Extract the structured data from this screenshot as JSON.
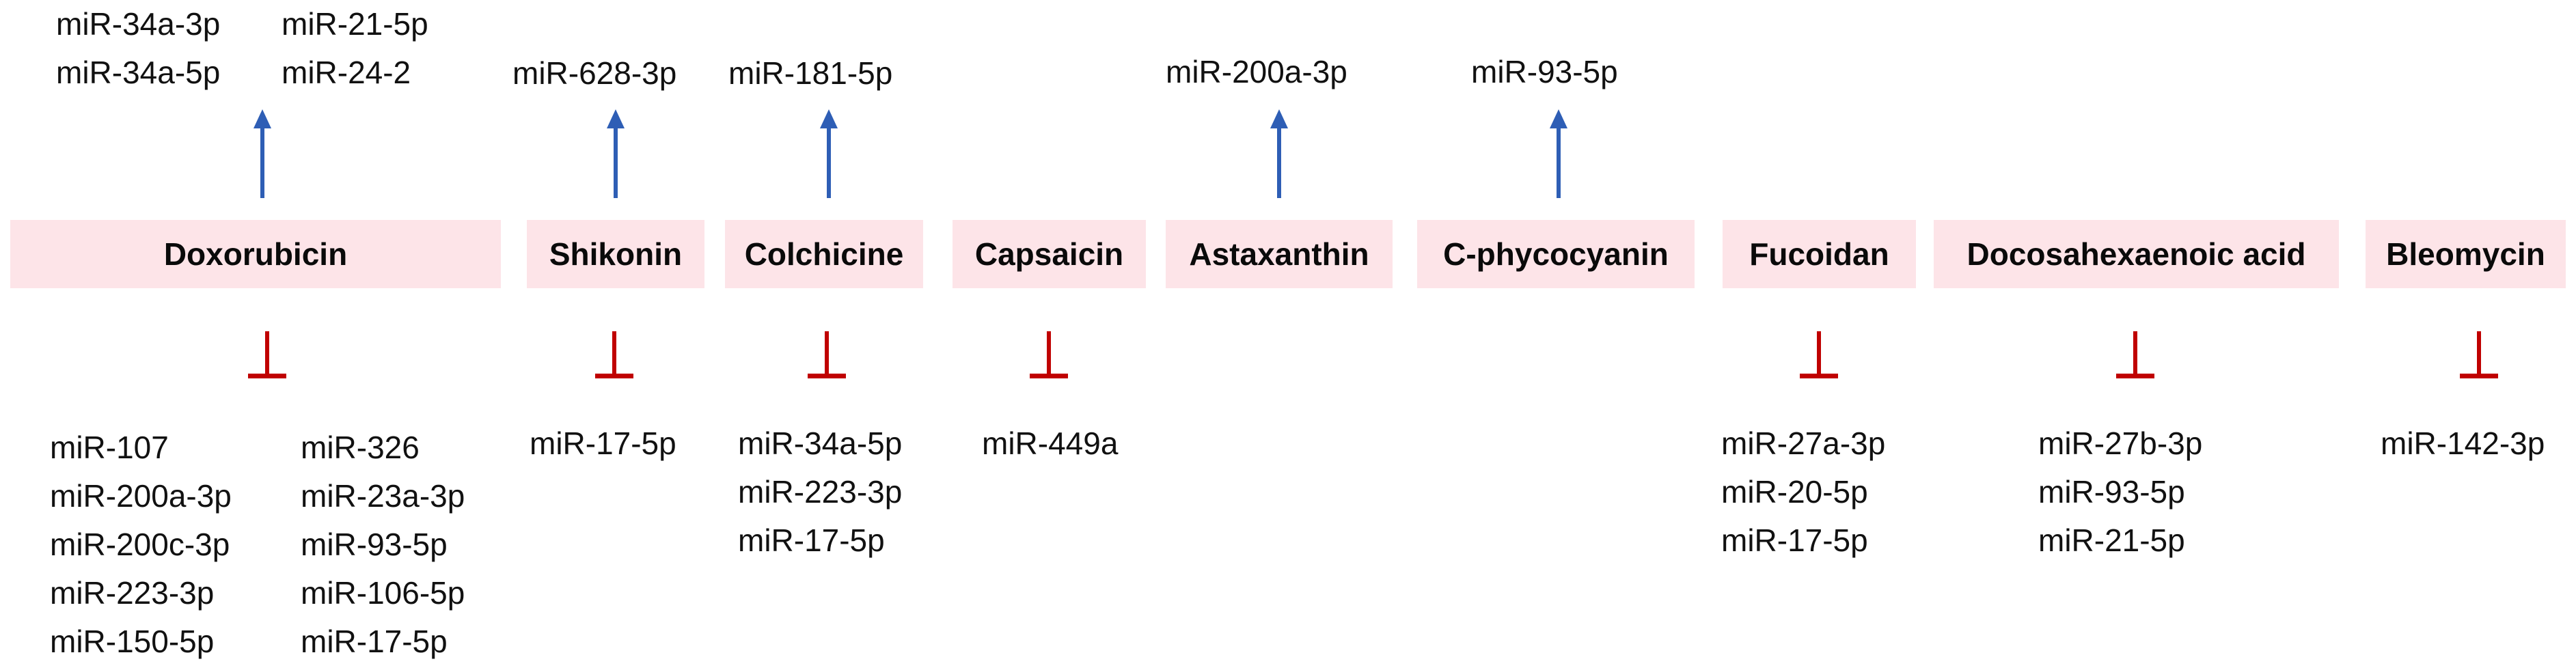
{
  "drugs": [
    {
      "name": "Doxorubicin",
      "upregulated": {
        "col1": [
          "miR-34a-3p",
          "miR-34a-5p"
        ],
        "col2": [
          "miR-21-5p",
          "miR-24-2"
        ]
      },
      "downregulated": {
        "col1": [
          "miR-107",
          "miR-200a-3p",
          "miR-200c-3p",
          "miR-223-3p",
          "miR-150-5p"
        ],
        "col2": [
          "miR-326",
          "miR-23a-3p",
          "miR-93-5p",
          "miR-106-5p",
          "miR-17-5p"
        ]
      }
    },
    {
      "name": "Shikonin",
      "upregulated": [
        "miR-628-3p"
      ],
      "downregulated": [
        "miR-17-5p"
      ]
    },
    {
      "name": "Colchicine",
      "upregulated": [
        "miR-181-5p"
      ],
      "downregulated": [
        "miR-34a-5p",
        "miR-223-3p",
        "miR-17-5p"
      ]
    },
    {
      "name": "Capsaicin",
      "upregulated": [],
      "downregulated": [
        "miR-449a"
      ]
    },
    {
      "name": "Astaxanthin",
      "upregulated": [
        "miR-200a-3p"
      ],
      "downregulated": []
    },
    {
      "name": "C-phycocyanin",
      "upregulated": [
        "miR-93-5p"
      ],
      "downregulated": []
    },
    {
      "name": "Fucoidan",
      "upregulated": [],
      "downregulated": [
        "miR-27a-3p",
        "miR-20-5p",
        "miR-17-5p"
      ]
    },
    {
      "name": "Docosahexaenoic acid",
      "upregulated": [],
      "downregulated": [
        "miR-27b-3p",
        "miR-93-5p",
        "miR-21-5p"
      ]
    },
    {
      "name": "Bleomycin",
      "upregulated": [],
      "downregulated": [
        "miR-142-3p"
      ]
    }
  ],
  "colors": {
    "upregulation_arrow": "#2e5eb5",
    "inhibition_symbol": "#c00000",
    "drug_box": "#fde4e8"
  },
  "icons": {
    "upregulation": "up-arrow-icon",
    "downregulation": "inhibition-tbar-icon"
  }
}
